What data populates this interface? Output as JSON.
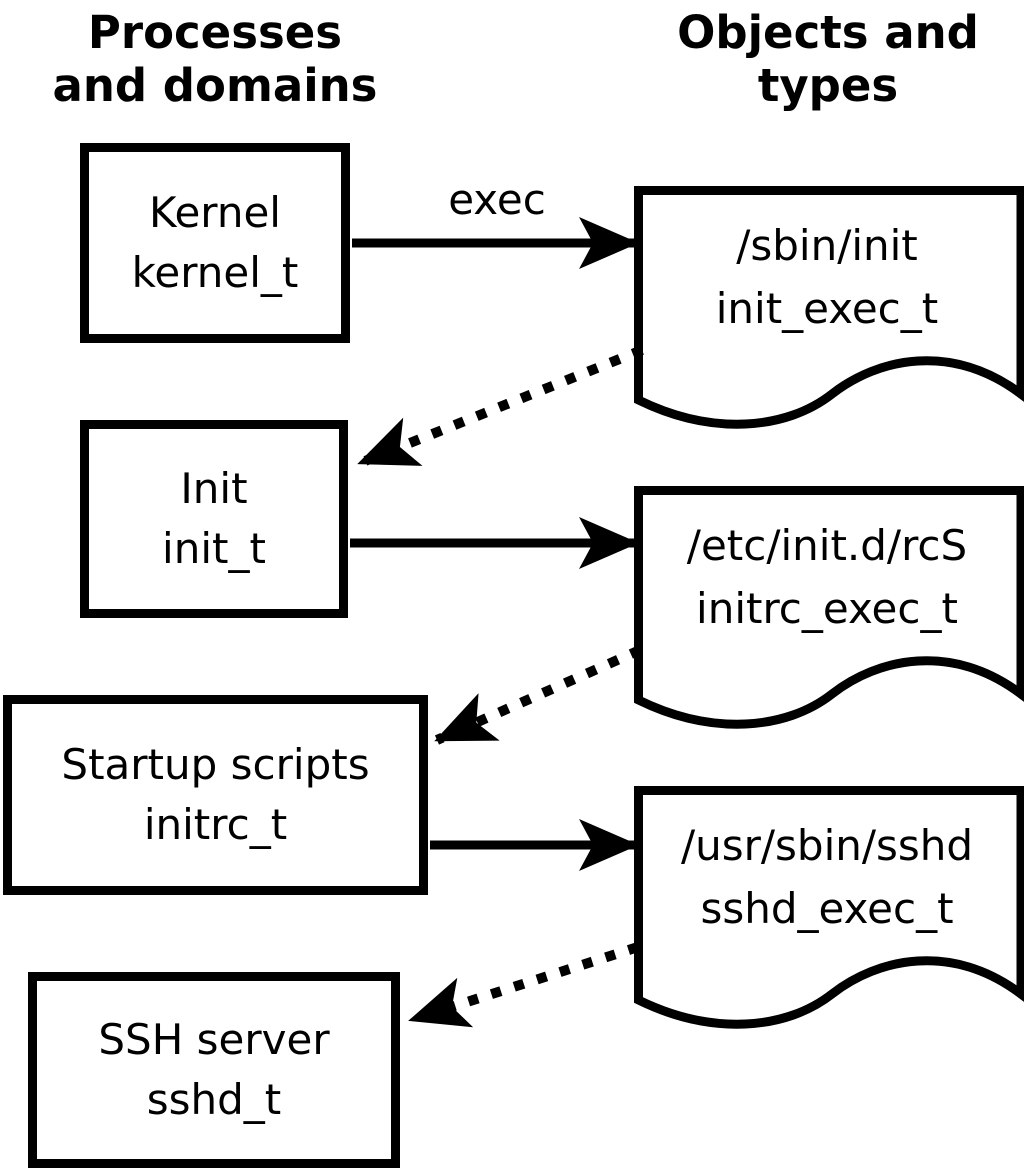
{
  "diagram": {
    "headers": {
      "left": {
        "line1": "Processes",
        "line2": "and domains"
      },
      "right": {
        "line1": "Objects and",
        "line2": "types"
      }
    },
    "processes": [
      {
        "name": "Kernel",
        "type": "kernel_t"
      },
      {
        "name": "Init",
        "type": "init_t"
      },
      {
        "name": "Startup scripts",
        "type": "initrc_t"
      },
      {
        "name": "SSH server",
        "type": "sshd_t"
      }
    ],
    "objects": [
      {
        "path": "/sbin/init",
        "type": "init_exec_t"
      },
      {
        "path": "/etc/init.d/rcS",
        "type": "initrc_exec_t"
      },
      {
        "path": "/usr/sbin/sshd",
        "type": "sshd_exec_t"
      }
    ],
    "edges": {
      "exec_label": "exec"
    },
    "colors": {
      "stroke": "#000000",
      "background": "#ffffff"
    }
  }
}
